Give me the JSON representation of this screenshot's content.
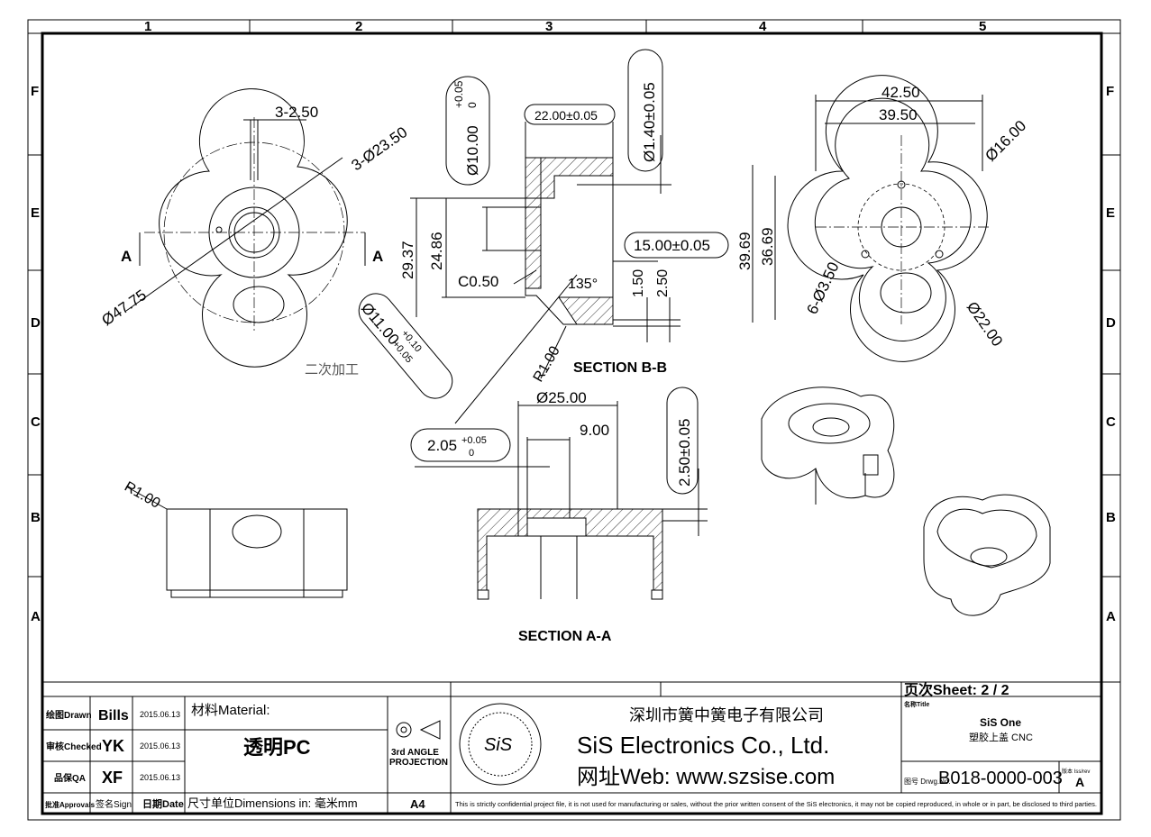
{
  "grid": {
    "columns": [
      "1",
      "2",
      "3",
      "4",
      "5"
    ],
    "rows": [
      "F",
      "E",
      "D",
      "C",
      "B",
      "A"
    ]
  },
  "dims": {
    "d1": "3-2.50",
    "d2": "3-Ø23.50",
    "d3": "Ø47.75",
    "d4": "A",
    "d5": "A",
    "d6": "Ø10.00",
    "d6t": "+0.05",
    "d6b": "0",
    "d7": "22.00±0.05",
    "d8": "Ø1.40±0.05",
    "d9": "29.37",
    "d10": "24.86",
    "d11": "15.00±0.05",
    "d12": "C0.50",
    "d13": "135°",
    "d14": "1.50",
    "d15": "2.50",
    "d16": "Ø11.00",
    "d16t": "+0.10",
    "d16b": "+0.05",
    "d17": "R1.00",
    "d18": "2.05",
    "d18t": "+0.05",
    "d18b": "0",
    "d19": "Ø25.00",
    "d20": "9.00",
    "d21": "2.50±0.05",
    "d22": "R1.00",
    "d23": "42.50",
    "d24": "39.50",
    "d25": "Ø16.00",
    "d26": "39.69",
    "d27": "36.69",
    "d28": "6-Ø3.50",
    "d29": "Ø22.00",
    "note": "二次加工"
  },
  "views": {
    "section_bb": "SECTION   B-B",
    "section_aa": "SECTION   A-A"
  },
  "title_block": {
    "drawn_label": "绘图Drawn",
    "drawn_name": "Bills",
    "drawn_date": "2015.06.13",
    "checked_label": "审核Checked",
    "checked_name": "YK",
    "checked_date": "2015.06.13",
    "qa_label": "品保QA",
    "qa_name": "XF",
    "qa_date": "2015.06.13",
    "approvals_label": "批准Approvals",
    "sign_label": "签名Sign",
    "date_label": "日期Date",
    "material_label": "材料Material:",
    "material_value": "透明PC",
    "dimensions_label": "尺寸单位Dimensions  in:  毫米mm",
    "projection_line1": "3rd  ANGLE",
    "projection_line2": "PROJECTION",
    "paper_size": "A4",
    "company_cn": "深圳市簧中簧电子有限公司",
    "company_en": "SiS  Electronics  Co.,  Ltd.",
    "web": "网址Web:  www.szsise.com",
    "logo_text": "SiS",
    "sheet": "页次Sheet:  2  /  2",
    "title_label": "名称Title",
    "title_line1": "SiS  One",
    "title_line2": "塑胶上盖  CNC",
    "drawing_no_label": "图号 Drwg.No.",
    "drawing_no": "B018-0000-003",
    "rev_label": "版本 Iss/rev",
    "rev": "A",
    "confidential": "This is strictly confidential project file, it is not used for manufacturing or sales, without the prior written consent of the SiS electronics, it may not be copied reproduced, in whole or in part, be disclosed to third parties."
  }
}
